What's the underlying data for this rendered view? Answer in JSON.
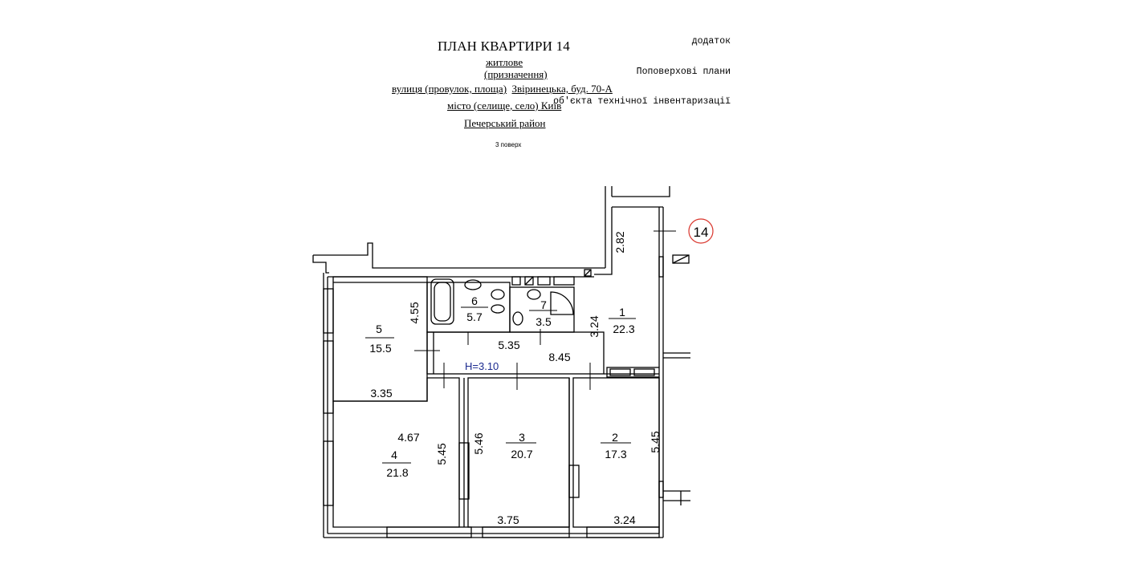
{
  "header": {
    "appendix_lines": [
      "додаток",
      "Поповерхові плани",
      "об'єкта технічної інвентаризації"
    ],
    "title": "ПЛАН КВАРТИРИ 14",
    "purpose": "житлове",
    "purpose_caption": "(призначення)",
    "street_label": "вулиця (провулок, площа)",
    "street_value": "Звіринецька, буд. 70-А",
    "city_label": "місто (селище, село)",
    "city_value": "Київ",
    "district": "Печерський район",
    "floor": "3 поверх"
  },
  "plan": {
    "apartment_marker": "14",
    "ceiling_height": "H=3.10",
    "rooms": [
      {
        "number": "1",
        "area": "22.3"
      },
      {
        "number": "2",
        "area": "17.3"
      },
      {
        "number": "3",
        "area": "20.7"
      },
      {
        "number": "4",
        "area": "21.8"
      },
      {
        "number": "5",
        "area": "15.5"
      },
      {
        "number": "6",
        "area": "5.7"
      },
      {
        "number": "7",
        "area": "3.5"
      },
      {
        "number": "",
        "area": "8.45"
      }
    ],
    "dimensions": {
      "d_2_82": "2.82",
      "d_4_55": "4.55",
      "d_3_24_v": "3.24",
      "d_5_35": "5.35",
      "d_3_35": "3.35",
      "d_4_67": "4.67",
      "d_5_45_a": "5.45",
      "d_5_46": "5.46",
      "d_5_45_b": "5.45",
      "d_3_75": "3.75",
      "d_3_24_h": "3.24"
    },
    "colors": {
      "walls": "#000000",
      "marker_circle": "#d9342b",
      "ceiling_height_text": "#1b2a8f"
    }
  }
}
